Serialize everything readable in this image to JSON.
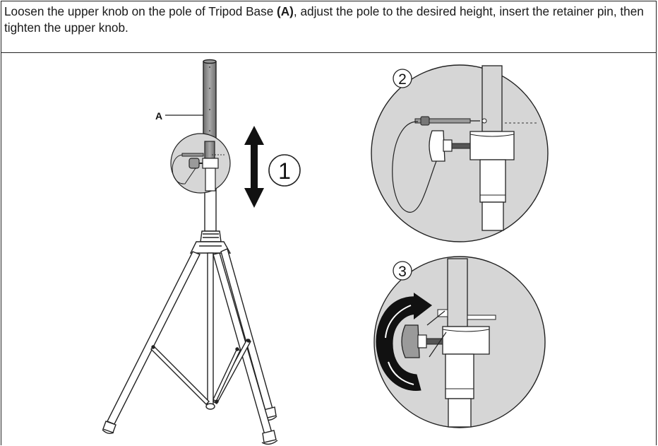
{
  "instruction": {
    "before": "Loosen the upper knob on the pole of Tripod Base ",
    "bold": "(A)",
    "after": ", adjust the pole to the desired height, insert the retainer pin, then tighten the upper knob."
  },
  "callout_a": "A",
  "steps": [
    {
      "number": "1"
    },
    {
      "number": "2"
    },
    {
      "number": "3"
    }
  ],
  "colors": {
    "circle_fill": "#d6d6d6",
    "line": "#222222",
    "pole": "#8a8a8a"
  }
}
